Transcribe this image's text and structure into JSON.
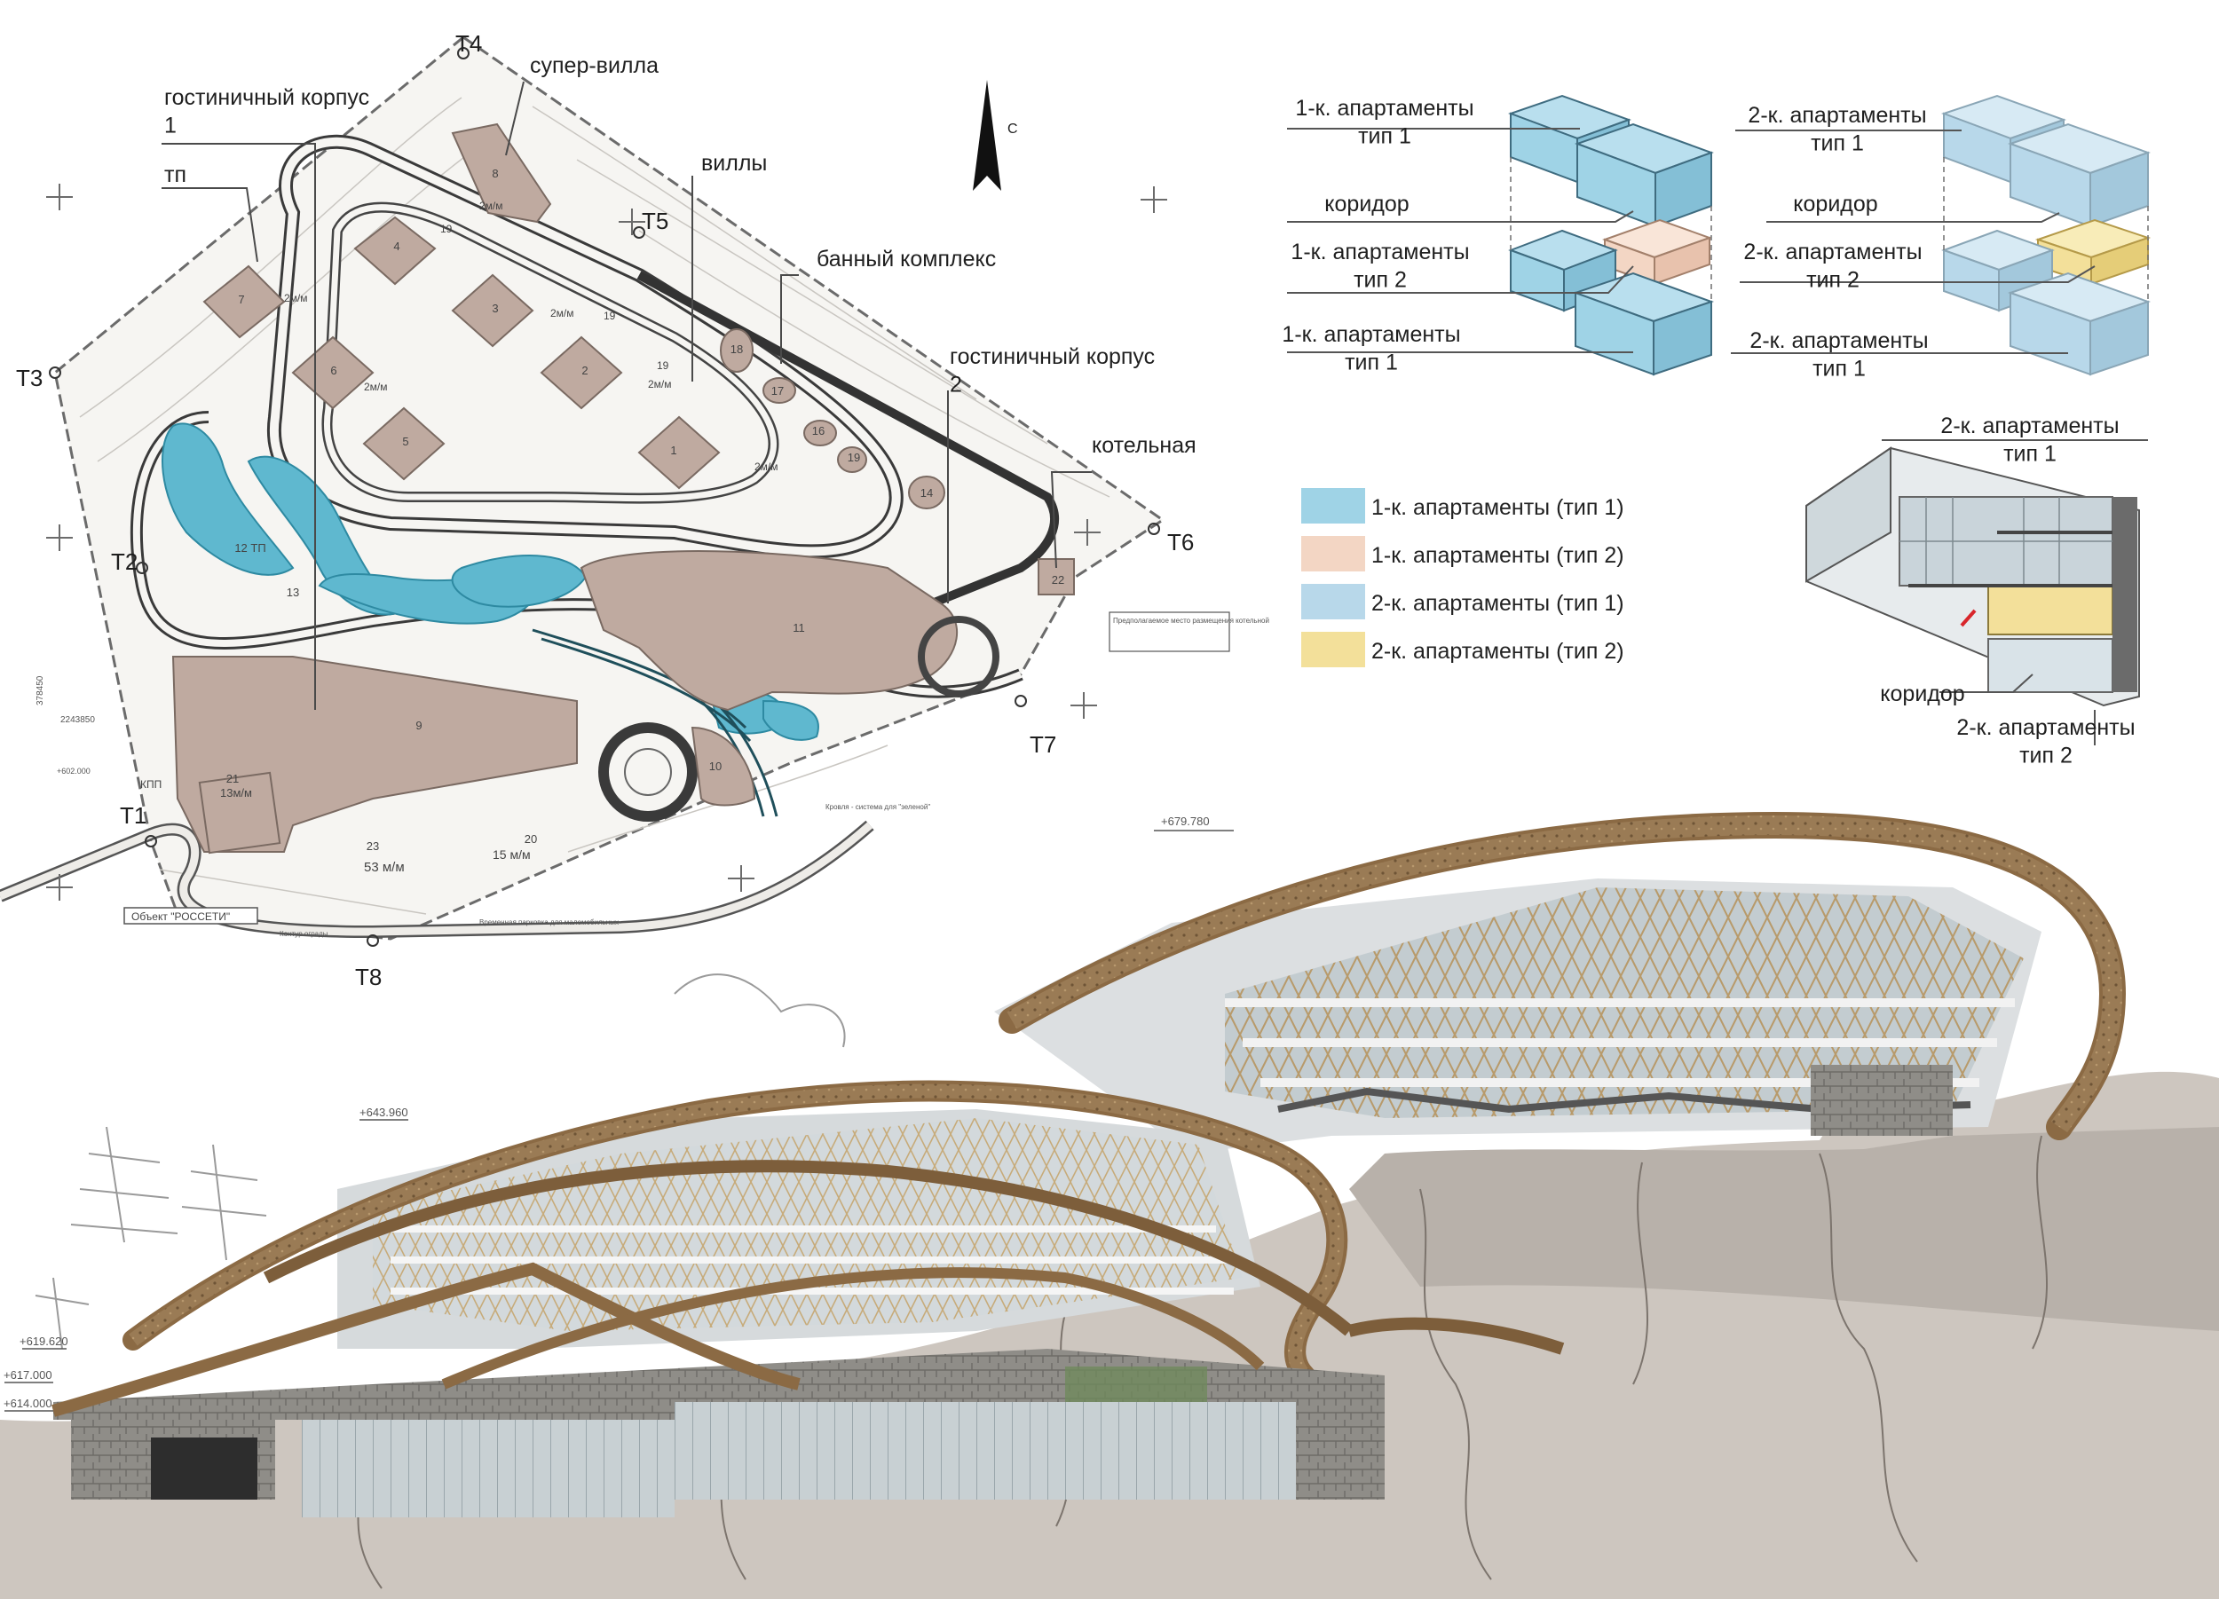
{
  "plan": {
    "points": [
      "Т4",
      "Т5",
      "Т3",
      "Т2",
      "Т1",
      "Т8",
      "Т7",
      "Т6"
    ],
    "north": "С",
    "labels": {
      "hotel1": "гостиничный корпус 1",
      "tp": "тп",
      "supervilla": "супер-вилла",
      "villas": "виллы",
      "bath": "банный комплекс",
      "hotel2": "гостиничный корпус 2",
      "boiler": "котельная"
    },
    "building_numbers": [
      "1",
      "2",
      "3",
      "4",
      "5",
      "6",
      "7",
      "8",
      "9",
      "10",
      "11",
      "12 ТП",
      "13",
      "14",
      "16",
      "17",
      "18",
      "19",
      "20",
      "21",
      "22",
      "23"
    ],
    "parking": {
      "p21": "13м/м",
      "p23": "53 м/м",
      "p20": "15 м/м",
      "villa": "2м/м",
      "villa_count": "19"
    },
    "notes": {
      "kpp": "КПП",
      "rosseti": "Объект \"РОССЕТИ\"",
      "coord1": "378450",
      "coord2": "2243850",
      "boiler_note": "Предполагаемое место размещения котельной",
      "roof_note": "Кровля - система для \"зеленой\"",
      "fence": "Контур ограды",
      "parking_note": "Временная парковка для маломобильных",
      "mark": "+602.000"
    }
  },
  "diagram": {
    "left": {
      "top": "1-к. апартаменты\nтип 1",
      "corridor": "коридор",
      "mid": "1-к. апартаменты\nтип 2",
      "bottom": "1-к. апартаменты\nтип 1"
    },
    "right": {
      "top": "2-к. апартаменты\nтип 1",
      "corridor": "коридор",
      "mid": "2-к. апартаменты\nтип 2",
      "bottom": "2-к. апартаменты\nтип 1"
    },
    "section": {
      "top": "2-к. апартаменты\nтип 1",
      "corridor": "коридор",
      "bottom": "2-к. апартаменты\nтип 2"
    }
  },
  "legend": [
    {
      "label": "1-к. апартаменты (тип 1)",
      "color": "#9fd3e6"
    },
    {
      "label": "1-к. апартаменты (тип 2)",
      "color": "#f3d6c4"
    },
    {
      "label": "2-к. апартаменты (тип 1)",
      "color": "#b8d8ea"
    },
    {
      "label": "2-к. апартаменты (тип 2)",
      "color": "#f3e09a"
    }
  ],
  "elevation": {
    "marks": [
      "+679.780",
      "+643.960",
      "+619.620",
      "+617.000",
      "+614.000"
    ]
  },
  "colors": {
    "building": "#bfaaa0",
    "water": "#5fb8cf",
    "timber": "#8b6a44",
    "glass": "#b7c3c8",
    "ground": "#c9c3bc"
  }
}
